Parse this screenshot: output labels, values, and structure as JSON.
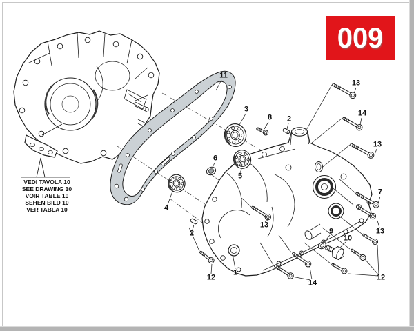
{
  "page": {
    "badge_number": "009"
  },
  "note": {
    "lines": [
      "VEDI TAVOLA 10",
      "SEE DRAWING 10",
      "VOIR TABLE 10",
      "SEHEN BILD 10",
      "VER TABLA 10"
    ]
  },
  "callouts": [
    {
      "label": "11"
    },
    {
      "label": "3"
    },
    {
      "label": "8"
    },
    {
      "label": "2"
    },
    {
      "label": "13"
    },
    {
      "label": "14"
    },
    {
      "label": "13"
    },
    {
      "label": "7"
    },
    {
      "label": "13"
    },
    {
      "label": "9"
    },
    {
      "label": "10"
    },
    {
      "label": "12"
    },
    {
      "label": "14"
    },
    {
      "label": "13"
    },
    {
      "label": "1"
    },
    {
      "label": "12"
    },
    {
      "label": "2"
    },
    {
      "label": "6"
    },
    {
      "label": "5"
    },
    {
      "label": "4"
    }
  ],
  "colors": {
    "badge_red": "#e1151a",
    "gasket_fill": "#cbd1d5",
    "line": "#1c1c1c",
    "frame_gray": "#b4b4b4"
  }
}
